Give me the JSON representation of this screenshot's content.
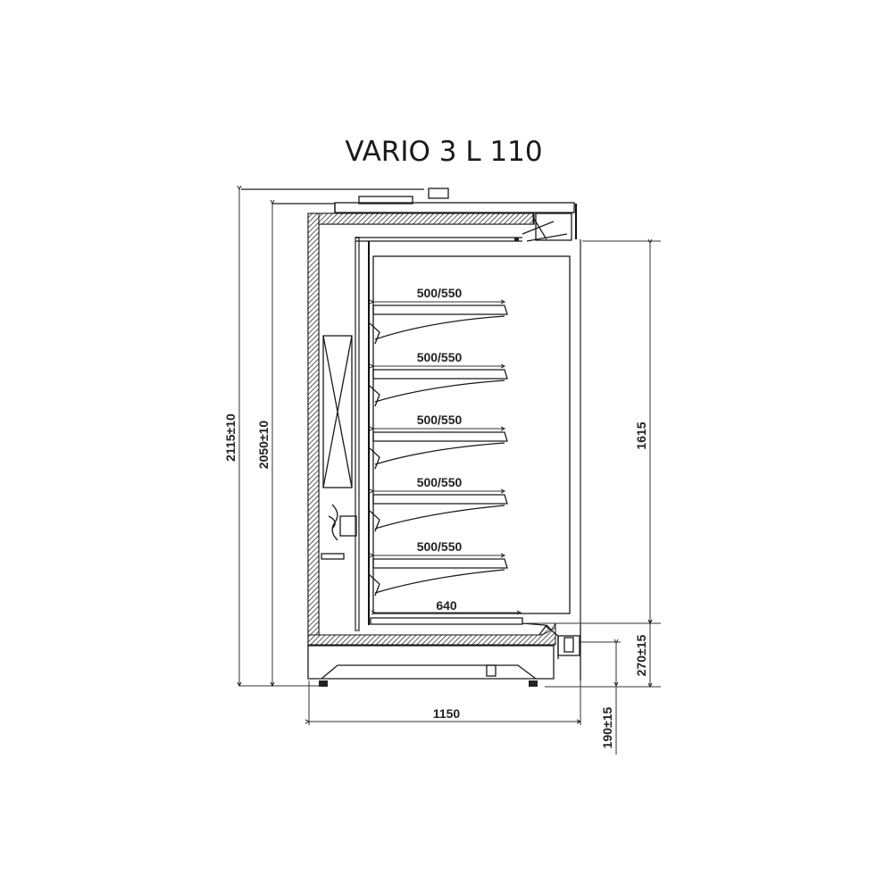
{
  "title": "VARIO 3 L 110",
  "dimensions": {
    "overall_height": "2115±10",
    "body_height": "2050±10",
    "display_height": "1615",
    "base_height": "270±15",
    "front_height": "190±15",
    "depth": "1150",
    "bottom_deck": "640"
  },
  "shelves": [
    {
      "label": "500/550"
    },
    {
      "label": "500/550"
    },
    {
      "label": "500/550"
    },
    {
      "label": "500/550"
    },
    {
      "label": "500/550"
    }
  ]
}
